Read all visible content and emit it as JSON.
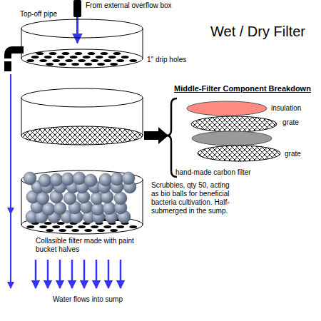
{
  "diagram": {
    "title": "Wet / Dry Filter",
    "labels": [
      "From external overflow box",
      "Top-off pipe",
      "1\" drip holes",
      "Middle-Filter Component Breakdown",
      "insulation",
      "grate",
      "grate",
      "hand-made carbon filter",
      "Scrubbies, qty 50, acting as bio balls for beneficial bacteria cultivation. Half-submerged in the sump.",
      "Collasible filter made with paint bucket halves",
      "Water flows into sump"
    ]
  }
}
